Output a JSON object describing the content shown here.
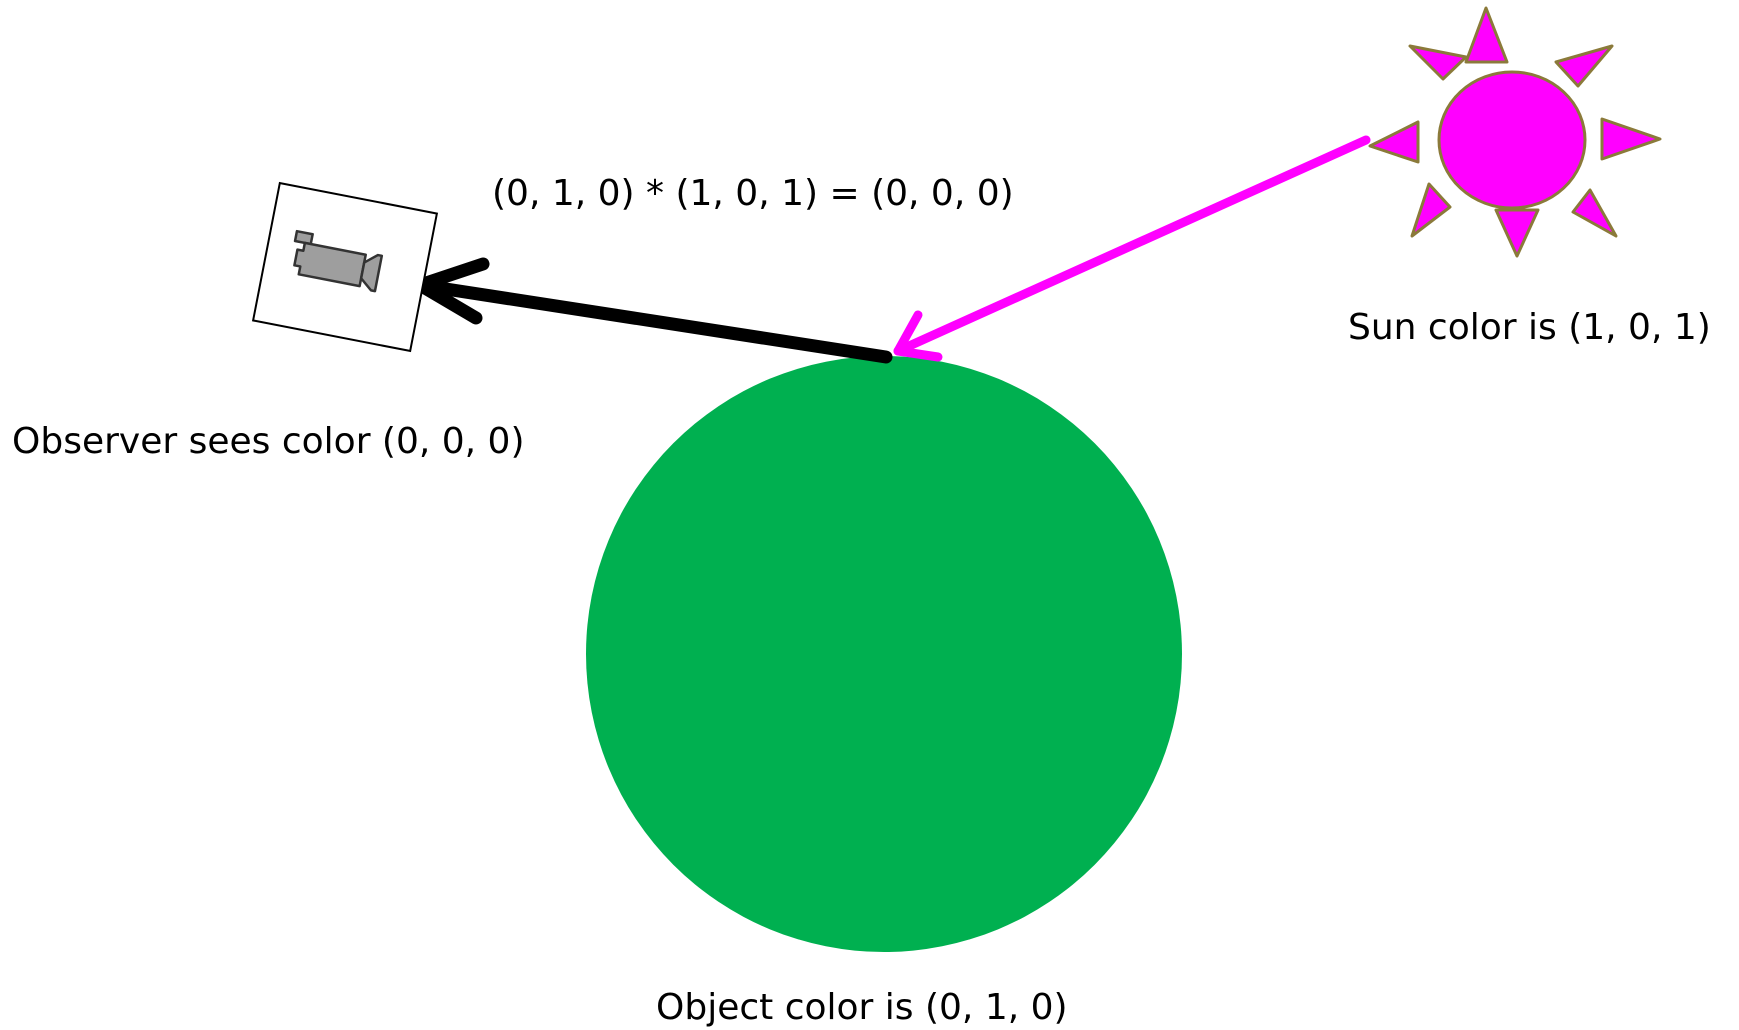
{
  "labels": {
    "equation": "(0, 1, 0) * (1, 0, 1) = (0, 0, 0)",
    "observer": "Observer sees color (0, 0, 0)",
    "sun": "Sun color is (1, 0, 1)",
    "object": "Object color is (0, 1, 0)"
  },
  "colors": {
    "sun_fill": "#ff00ff",
    "sun_outline": "#8b7a3a",
    "object_fill": "#00b050",
    "incoming_ray": "#ff00ff",
    "reflected_ray": "#000000",
    "camera_body": "#9e9e9e",
    "frame_stroke": "#000000"
  },
  "icons": {
    "observer": "camera-icon",
    "light_source": "sun-icon"
  }
}
